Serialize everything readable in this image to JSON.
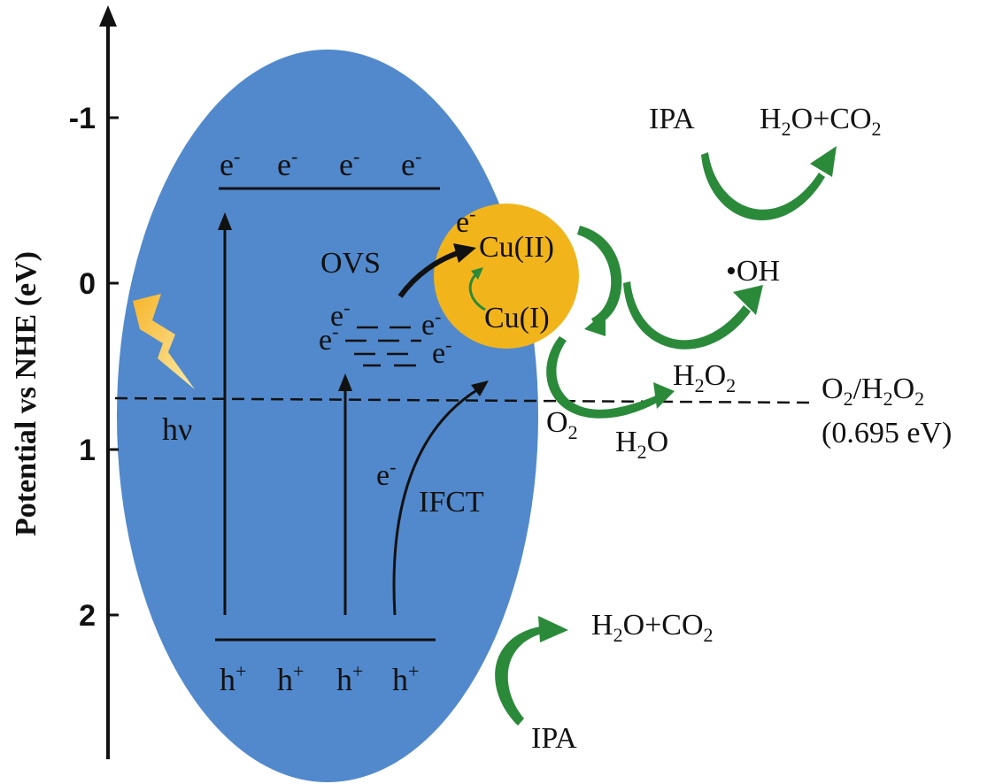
{
  "axis": {
    "title": "Potential vs NHE (eV)",
    "ticks": [
      "-1",
      "0",
      "1",
      "2"
    ]
  },
  "band": {
    "electron": "e",
    "electron_sup": "-",
    "hole": "h",
    "hole_sup": "+"
  },
  "labels": {
    "hv": "hν",
    "ovs": "OVS",
    "ifct": "IFCT",
    "cu2": "Cu(II)",
    "cu1": "Cu(I)",
    "oh": "•OH",
    "ipa": "IPA",
    "h2o_co2_a": "H",
    "h2o_co2_b": "O+CO",
    "o2": "O",
    "h2o2_a": "H",
    "h2o2_b": "O",
    "h2o_a": "H",
    "h2o_b": "O",
    "ref_line1_a": "O",
    "ref_line1_b": "/H",
    "ref_line1_c": "O",
    "ref_line2": "(0.695 eV)",
    "sub2": "2"
  },
  "colors": {
    "ellipse": "#5189cc",
    "cu_circle": "#f2b41b",
    "green_arrow": "#2a8a3a",
    "lightning": "#f6c02a"
  }
}
